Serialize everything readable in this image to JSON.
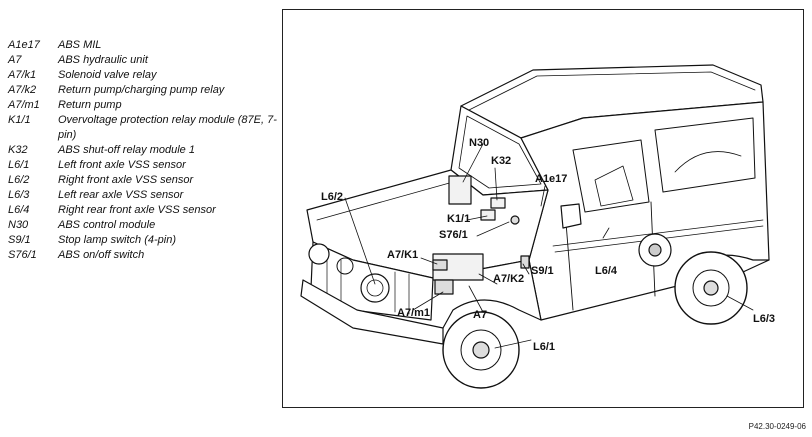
{
  "legend": [
    {
      "code": "A1e17",
      "description": "ABS MIL"
    },
    {
      "code": "A7",
      "description": "ABS hydraulic unit"
    },
    {
      "code": "A7/k1",
      "description": "Solenoid valve relay"
    },
    {
      "code": "A7/k2",
      "description": "Return pump/charging pump relay"
    },
    {
      "code": "A7/m1",
      "description": "Return pump"
    },
    {
      "code": "K1/1",
      "description": "Overvoltage protection relay module (87E, 7-pin)"
    },
    {
      "code": "K32",
      "description": "ABS shut-off relay module 1"
    },
    {
      "code": "L6/1",
      "description": "Left front axle VSS sensor"
    },
    {
      "code": "L6/2",
      "description": "Right front axle VSS sensor"
    },
    {
      "code": "L6/3",
      "description": "Left rear axle VSS sensor"
    },
    {
      "code": "L6/4",
      "description": "Right rear front axle VSS sensor"
    },
    {
      "code": "N30",
      "description": "ABS control module"
    },
    {
      "code": "S9/1",
      "description": "Stop lamp switch (4-pin)"
    },
    {
      "code": "S76/1",
      "description": "ABS on/off switch"
    }
  ],
  "callouts": {
    "n30": "N30",
    "k32": "K32",
    "a1e17": "A1e17",
    "l6_2": "L6/2",
    "k1_1": "K1/1",
    "s76_1": "S76/1",
    "a7_k1": "A7/K1",
    "s9_1": "S9/1",
    "l6_4": "L6/4",
    "a7_k2": "A7/K2",
    "a7_m1": "A7/m1",
    "a7": "A7",
    "l6_1": "L6/1",
    "l6_3": "L6/3"
  },
  "figure_id": "P42.30-0249-06"
}
